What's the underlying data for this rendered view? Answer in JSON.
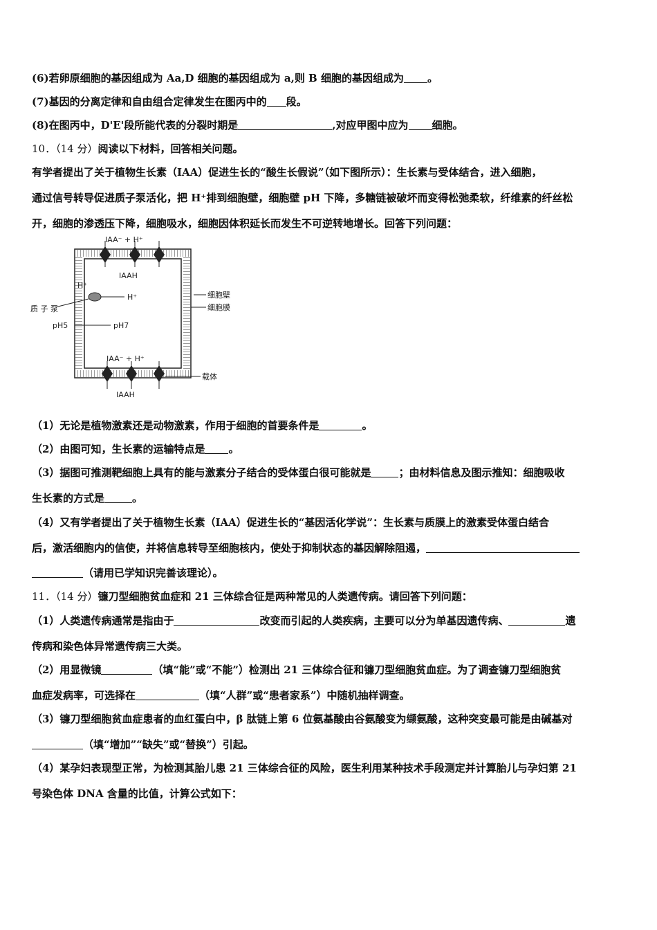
{
  "lines": {
    "q6": [
      "(6)若卵原细胞的基因组成为 Aa,D 细胞的基因组成为 a,则 B 细胞的基因组成为",
      "。"
    ],
    "q7": [
      "(7)基因的分离定律和自由组合定律发生在图丙中的",
      "段。"
    ],
    "q8": [
      "(8)在图丙中，D'E'段所能代表的分裂时期是",
      ",对应甲图中应为",
      "细胞。"
    ],
    "q10_header": [
      "10．（14 分）",
      "阅读以下材料，回答相关问题。"
    ],
    "q10_p1": "有学者提出了关于植物生长素（IAA）促进生长的“酸生长假说”（如下图所示）：生长素与受体结合，进入细胞，",
    "q10_p2": "通过信号转导促进质子泵活化，把 H⁺排到细胞壁，细胞壁 pH 下降，多糖链被破坏而变得松弛柔软，纤维素的纤丝松",
    "q10_p3": "开，细胞的渗透压下降，细胞吸水，细胞因体积延长而发生不可逆转地增长。回答下列问题：",
    "q10_1": [
      "（1）无论是植物激素还是动物激素，作用于细胞的首要条件是",
      "。"
    ],
    "q10_2": [
      "（2）由图可知，生长素的运输特点是",
      "。"
    ],
    "q10_3a": [
      "（3）据图可推测靶细胞上具有的能与激素分子结合的受体蛋白很可能就是",
      "；由材料信息及图示推知：细胞吸收"
    ],
    "q10_3b": [
      "生长素的方式是",
      "。"
    ],
    "q10_4a": "（4）又有学者提出了关于植物生长素（IAA）促进生长的“基因活化学说”：生长素与质膜上的激素受体蛋白结合",
    "q10_4b": "后，激活细胞内的信使，并将信息转导至细胞核内，使处于抑制状态的基因解除阻遏，",
    "q10_4c": "（请用已学知识完善该理论）。",
    "q11_header": [
      "11．（14 分）",
      "镰刀型细胞贫血症和 21 三体综合征是两种常见的人类遗传病。请回答下列问题："
    ],
    "q11_1a": [
      "（1）人类遗传病通常是指由于",
      "改变而引起的人类疾病，主要可以分为单基因遗传病、",
      "遗"
    ],
    "q11_1b": "传病和染色体异常遗传病三大类。",
    "q11_2a": [
      "（2）用显微镜",
      "（填“能”或“不能”）检测出 21 三体综合征和镰刀型细胞贫血症。为了调查镰刀型细胞贫"
    ],
    "q11_2b": [
      "血症发病率，可选择在",
      "（填“人群”或“患者家系”）中随机抽样调查。"
    ],
    "q11_3a": "（3）镰刀型细胞贫血症患者的血红蛋白中，β 肽链上第 6 位氨基酸由谷氨酸变为缬氨酸，这种突变最可能是由碱基对",
    "q11_3b": "（填“增加”“缺失”或“替换”）引起。",
    "q11_4a": "（4）某孕妇表现型正常，为检测其胎儿患 21 三体综合征的风险，医生利用某种技术手段测定并计算胎儿与孕妇第 21",
    "q11_4b": "号染色体 DNA 含量的比值，计算公式如下："
  },
  "figure": {
    "top_label": "IAA⁻ + H⁺",
    "top_inner": "IAAH",
    "bottom_label": "IAA⁻ + H⁺",
    "bottom_inner": "IAAH",
    "h_plus_left": "H⁺",
    "h_plus_inner": "H⁺",
    "proton_pump": "质 子 泵",
    "ph_out": "pH5",
    "ph_in": "pH7",
    "cell_wall": "细胞壁",
    "cell_membrane": "细胞膜",
    "carrier": "载体"
  }
}
